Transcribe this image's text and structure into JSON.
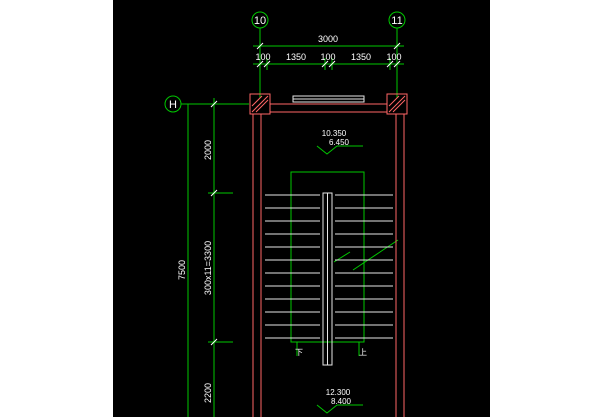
{
  "colors": {
    "background": "#000000",
    "page": "#ffffff",
    "dimension": "#00c800",
    "wall": "#ff6666",
    "stair": "#e6e6e6",
    "text": "#ffffff"
  },
  "axes": {
    "col_left": "10",
    "col_right": "11",
    "row": "H"
  },
  "dimensions": {
    "total_width": "3000",
    "seg_1": "100",
    "seg_2": "1350",
    "seg_3": "100",
    "seg_4": "1350",
    "seg_5": "100",
    "vertical_total": "7500",
    "vertical_top": "2000",
    "vertical_flight": "300x11=3300",
    "vertical_bottom": "2200"
  },
  "elevations": {
    "upper_a": "10.350",
    "upper_b": "6.450",
    "lower_a": "12.300",
    "lower_b": "8.400"
  },
  "labels": {
    "down": "下",
    "up": "上"
  }
}
